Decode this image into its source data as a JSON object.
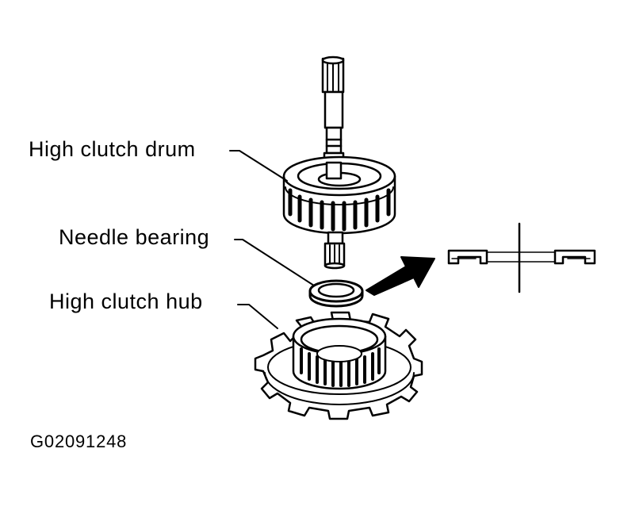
{
  "labels": {
    "high_clutch_drum": "High clutch drum",
    "needle_bearing": "Needle bearing",
    "high_clutch_hub": "High clutch hub",
    "figure_code": "G02091248"
  },
  "colors": {
    "ink": "#000000",
    "paper": "#ffffff"
  }
}
